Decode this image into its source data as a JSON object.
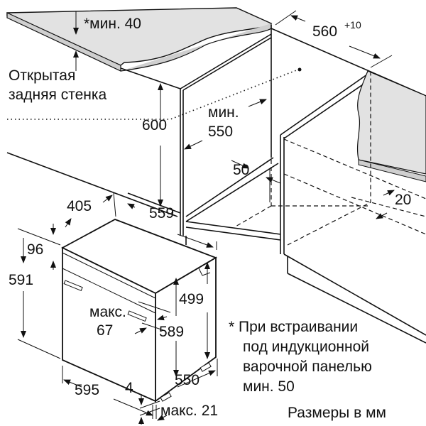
{
  "diagram": {
    "title": "Oven installation dimensions",
    "labels": {
      "countertop_min": "*мин. 40",
      "open_back_line1": "Открытая",
      "open_back_line2": "задняя стенка",
      "niche_width": "560",
      "niche_width_tol": "+10",
      "niche_height": "600",
      "niche_depth_line1": "мин.",
      "niche_depth_line2": "550",
      "vent_gap": "50",
      "panel_offset": "20",
      "oven_dim_405": "405",
      "oven_dim_559": "559",
      "oven_dim_96": "96",
      "oven_height": "591",
      "oven_dim_499": "499",
      "handle_max_line1": "макс.",
      "handle_max_line2": "67",
      "oven_dim_589": "589",
      "oven_width": "595",
      "oven_dim_4": "4",
      "oven_depth": "550",
      "front_max": "макс. 21"
    },
    "footnote": [
      "* При встраивании",
      "под индукционной",
      "варочной панелью",
      "мин. 50"
    ],
    "units": "Размеры в мм",
    "colors": {
      "countertop": "#e2e2e2",
      "line": "#111111"
    }
  }
}
